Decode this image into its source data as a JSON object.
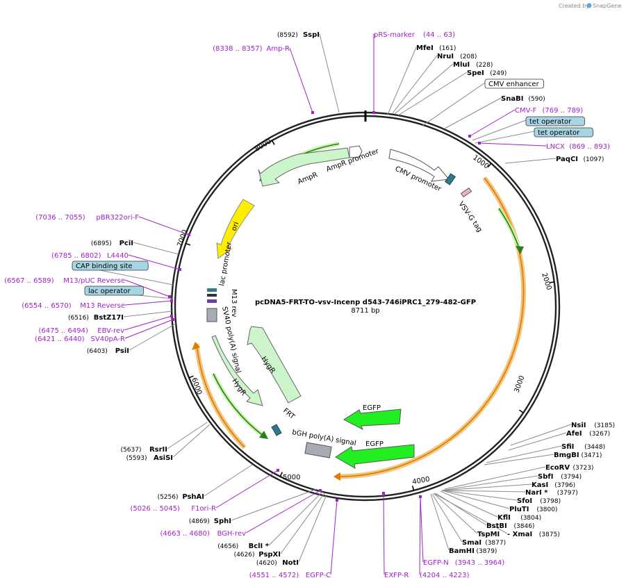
{
  "plasmid": {
    "name": "pcDNA5-FRT-TO-vsv-Incenp d543-746iPRC1_279-482-GFP",
    "length_label": "8711 bp",
    "length": 8711
  },
  "credit": {
    "text": "Created by",
    "brand": "SnapGene"
  },
  "ticks": [
    {
      "bp": 1000,
      "label": "1000"
    },
    {
      "bp": 2000,
      "label": "2000"
    },
    {
      "bp": 3000,
      "label": "3000"
    },
    {
      "bp": 4000,
      "label": "4000"
    },
    {
      "bp": 5000,
      "label": "5000"
    },
    {
      "bp": 6000,
      "label": "6000"
    },
    {
      "bp": 7000,
      "label": "7000"
    },
    {
      "bp": 8000,
      "label": "8000"
    }
  ],
  "features": [
    {
      "name": "CMV promoter",
      "text": "CMV promoter",
      "type": "promoter",
      "color": "#ffffff"
    },
    {
      "name": "VSV-G tag",
      "text": "VSV-G tag",
      "type": "tag",
      "color": "#e8b4c0"
    },
    {
      "name": "AmpR promoter",
      "text": "AmpR promoter",
      "type": "promoter",
      "color": "#ffffff"
    },
    {
      "name": "AmpR",
      "text": "AmpR",
      "type": "cds",
      "color": "#ccf5cc"
    },
    {
      "name": "ori",
      "text": "ori",
      "type": "ori",
      "color": "#ffee00"
    },
    {
      "name": "lac promoter",
      "text": "lac promoter",
      "type": "promoter",
      "color": "#ffffff"
    },
    {
      "name": "M13 rev",
      "text": "M13 rev",
      "type": "primer",
      "color": "#333333"
    },
    {
      "name": "SV40 poly(A) signal",
      "text": "SV40 poly(A) signal",
      "type": "terminator",
      "color": "#a7acb3"
    },
    {
      "name": "HygR (1)",
      "text": "HygR",
      "type": "cds",
      "color": "#ccf5cc"
    },
    {
      "name": "HygR (2)",
      "text": "HygR",
      "type": "cds",
      "color": "#ccf5cc"
    },
    {
      "name": "FRT",
      "text": "FRT",
      "type": "site",
      "color": "#2f7a8a"
    },
    {
      "name": "bGH poly(A) signal",
      "text": "bGH poly(A) signal",
      "type": "terminator",
      "color": "#a7acb3"
    },
    {
      "name": "EGFP (1)",
      "text": "EGFP",
      "type": "cds",
      "color": "#22ee22"
    },
    {
      "name": "EGFP (2)",
      "text": "EGFP",
      "type": "cds",
      "color": "#22ee22"
    }
  ],
  "labels": [
    {
      "id": "sspi",
      "kind": "site",
      "name": "SspI",
      "pos": "(8592)"
    },
    {
      "id": "prs-marker",
      "kind": "primer",
      "name": "pRS-marker",
      "pos": "(44 .. 63)"
    },
    {
      "id": "amp-r",
      "kind": "primer",
      "name": "Amp-R",
      "pos": "(8338 .. 8357)"
    },
    {
      "id": "mfei",
      "kind": "site",
      "name": "MfeI",
      "pos": "(161)"
    },
    {
      "id": "nrui",
      "kind": "site",
      "name": "NruI",
      "pos": "(208)"
    },
    {
      "id": "mlui",
      "kind": "site",
      "name": "MluI",
      "pos": "(228)"
    },
    {
      "id": "spei",
      "kind": "site",
      "name": "SpeI",
      "pos": "(249)"
    },
    {
      "id": "cmv-enhancer",
      "kind": "box-white",
      "name": "CMV enhancer",
      "pos": ""
    },
    {
      "id": "snabi",
      "kind": "site",
      "name": "SnaBI",
      "pos": "(590)"
    },
    {
      "id": "cmv-f",
      "kind": "primer",
      "name": "CMV-F",
      "pos": "(769 .. 789)"
    },
    {
      "id": "tet-op-1",
      "kind": "box-blue",
      "name": "tet operator",
      "pos": ""
    },
    {
      "id": "tet-op-2",
      "kind": "box-blue",
      "name": "tet operator",
      "pos": ""
    },
    {
      "id": "lncx",
      "kind": "primer",
      "name": "LNCX",
      "pos": "(869 .. 893)"
    },
    {
      "id": "paqci",
      "kind": "site",
      "name": "PaqCI",
      "pos": "(1097)"
    },
    {
      "id": "pbr322",
      "kind": "primer",
      "name": "pBR322ori-F",
      "pos": "(7036 .. 7055)"
    },
    {
      "id": "pcii",
      "kind": "site",
      "name": "PciI",
      "pos": "(6895)"
    },
    {
      "id": "l4440",
      "kind": "primer",
      "name": "L4440",
      "pos": "(6785 .. 6802)"
    },
    {
      "id": "cap",
      "kind": "box-blue",
      "name": "CAP binding site",
      "pos": ""
    },
    {
      "id": "m13puc",
      "kind": "primer",
      "name": "M13/pUC Reverse",
      "pos": "(6567 .. 6589)"
    },
    {
      "id": "lacop",
      "kind": "box-blue",
      "name": "lac operator",
      "pos": ""
    },
    {
      "id": "m13rev",
      "kind": "primer",
      "name": "M13 Reverse",
      "pos": "(6554 .. 6570)"
    },
    {
      "id": "bstz17i",
      "kind": "site",
      "name": "BstZ17I",
      "pos": "(6516)"
    },
    {
      "id": "ebv-rev",
      "kind": "primer",
      "name": "EBV-rev",
      "pos": "(6475 .. 6494)"
    },
    {
      "id": "sv40pa-r",
      "kind": "primer",
      "name": "SV40pA-R",
      "pos": "(6421 .. 6440)"
    },
    {
      "id": "psii",
      "kind": "site",
      "name": "PsiI",
      "pos": "(6403)"
    },
    {
      "id": "rsrii",
      "kind": "site",
      "name": "RsrII",
      "pos": "(5637)"
    },
    {
      "id": "asisi",
      "kind": "site",
      "name": "AsiSI",
      "pos": "(5593)"
    },
    {
      "id": "pshai",
      "kind": "site",
      "name": "PshAI",
      "pos": "(5256)"
    },
    {
      "id": "f1ori-r",
      "kind": "primer",
      "name": "F1ori-R",
      "pos": "(5026 .. 5045)"
    },
    {
      "id": "sphi",
      "kind": "site",
      "name": "SphI",
      "pos": "(4869)"
    },
    {
      "id": "bgh-rev",
      "kind": "primer",
      "name": "BGH-rev",
      "pos": "(4663 .. 4680)"
    },
    {
      "id": "bcli",
      "kind": "site",
      "name": "BclI *",
      "pos": "(4656)"
    },
    {
      "id": "pspxi",
      "kind": "site",
      "name": "PspXI",
      "pos": "(4626)"
    },
    {
      "id": "noti",
      "kind": "site",
      "name": "NotI",
      "pos": "(4620)"
    },
    {
      "id": "egfp-c",
      "kind": "primer",
      "name": "EGFP-C",
      "pos": "(4551 .. 4572)"
    },
    {
      "id": "exfp-r",
      "kind": "primer",
      "name": "EXFP-R",
      "pos": ""
    },
    {
      "id": "egfp-n",
      "kind": "primer",
      "name": "EGFP-N",
      "pos": "(3943 .. 3964)"
    },
    {
      "id": "egfp-n-range",
      "kind": "primer",
      "name": "",
      "pos": "(4204 .. 4223)"
    },
    {
      "id": "nsii",
      "kind": "site",
      "name": "NsiI",
      "pos": "(3185)"
    },
    {
      "id": "afei",
      "kind": "site",
      "name": "AfeI",
      "pos": "(3267)"
    },
    {
      "id": "sfii",
      "kind": "site",
      "name": "SfiI",
      "pos": "(3448)"
    },
    {
      "id": "bmgbi",
      "kind": "site",
      "name": "BmgBI",
      "pos": "(3471)"
    },
    {
      "id": "ecorv",
      "kind": "site",
      "name": "EcoRV",
      "pos": "(3723)"
    },
    {
      "id": "sbfi",
      "kind": "site",
      "name": "SbfI",
      "pos": "(3794)"
    },
    {
      "id": "kasi",
      "kind": "site",
      "name": "KasI",
      "pos": "(3796)"
    },
    {
      "id": "nari",
      "kind": "site",
      "name": "NarI *",
      "pos": "(3797)"
    },
    {
      "id": "sfoi",
      "kind": "site",
      "name": "SfoI",
      "pos": "(3798)"
    },
    {
      "id": "pluti",
      "kind": "site",
      "name": "PluTI",
      "pos": "(3800)"
    },
    {
      "id": "kfli",
      "kind": "site",
      "name": "KflI",
      "pos": "(3804)"
    },
    {
      "id": "bstbi",
      "kind": "site",
      "name": "BstBI",
      "pos": "(3846)"
    },
    {
      "id": "tspmi",
      "kind": "site",
      "name": "TspMI",
      "pos": ""
    },
    {
      "id": "xmai",
      "kind": "site",
      "name": "- XmaI",
      "pos": "(3875)"
    },
    {
      "id": "smai",
      "kind": "site",
      "name": "SmaI",
      "pos": "(3877)"
    },
    {
      "id": "bamhi",
      "kind": "site",
      "name": "BamHI",
      "pos": "(3879)"
    }
  ]
}
